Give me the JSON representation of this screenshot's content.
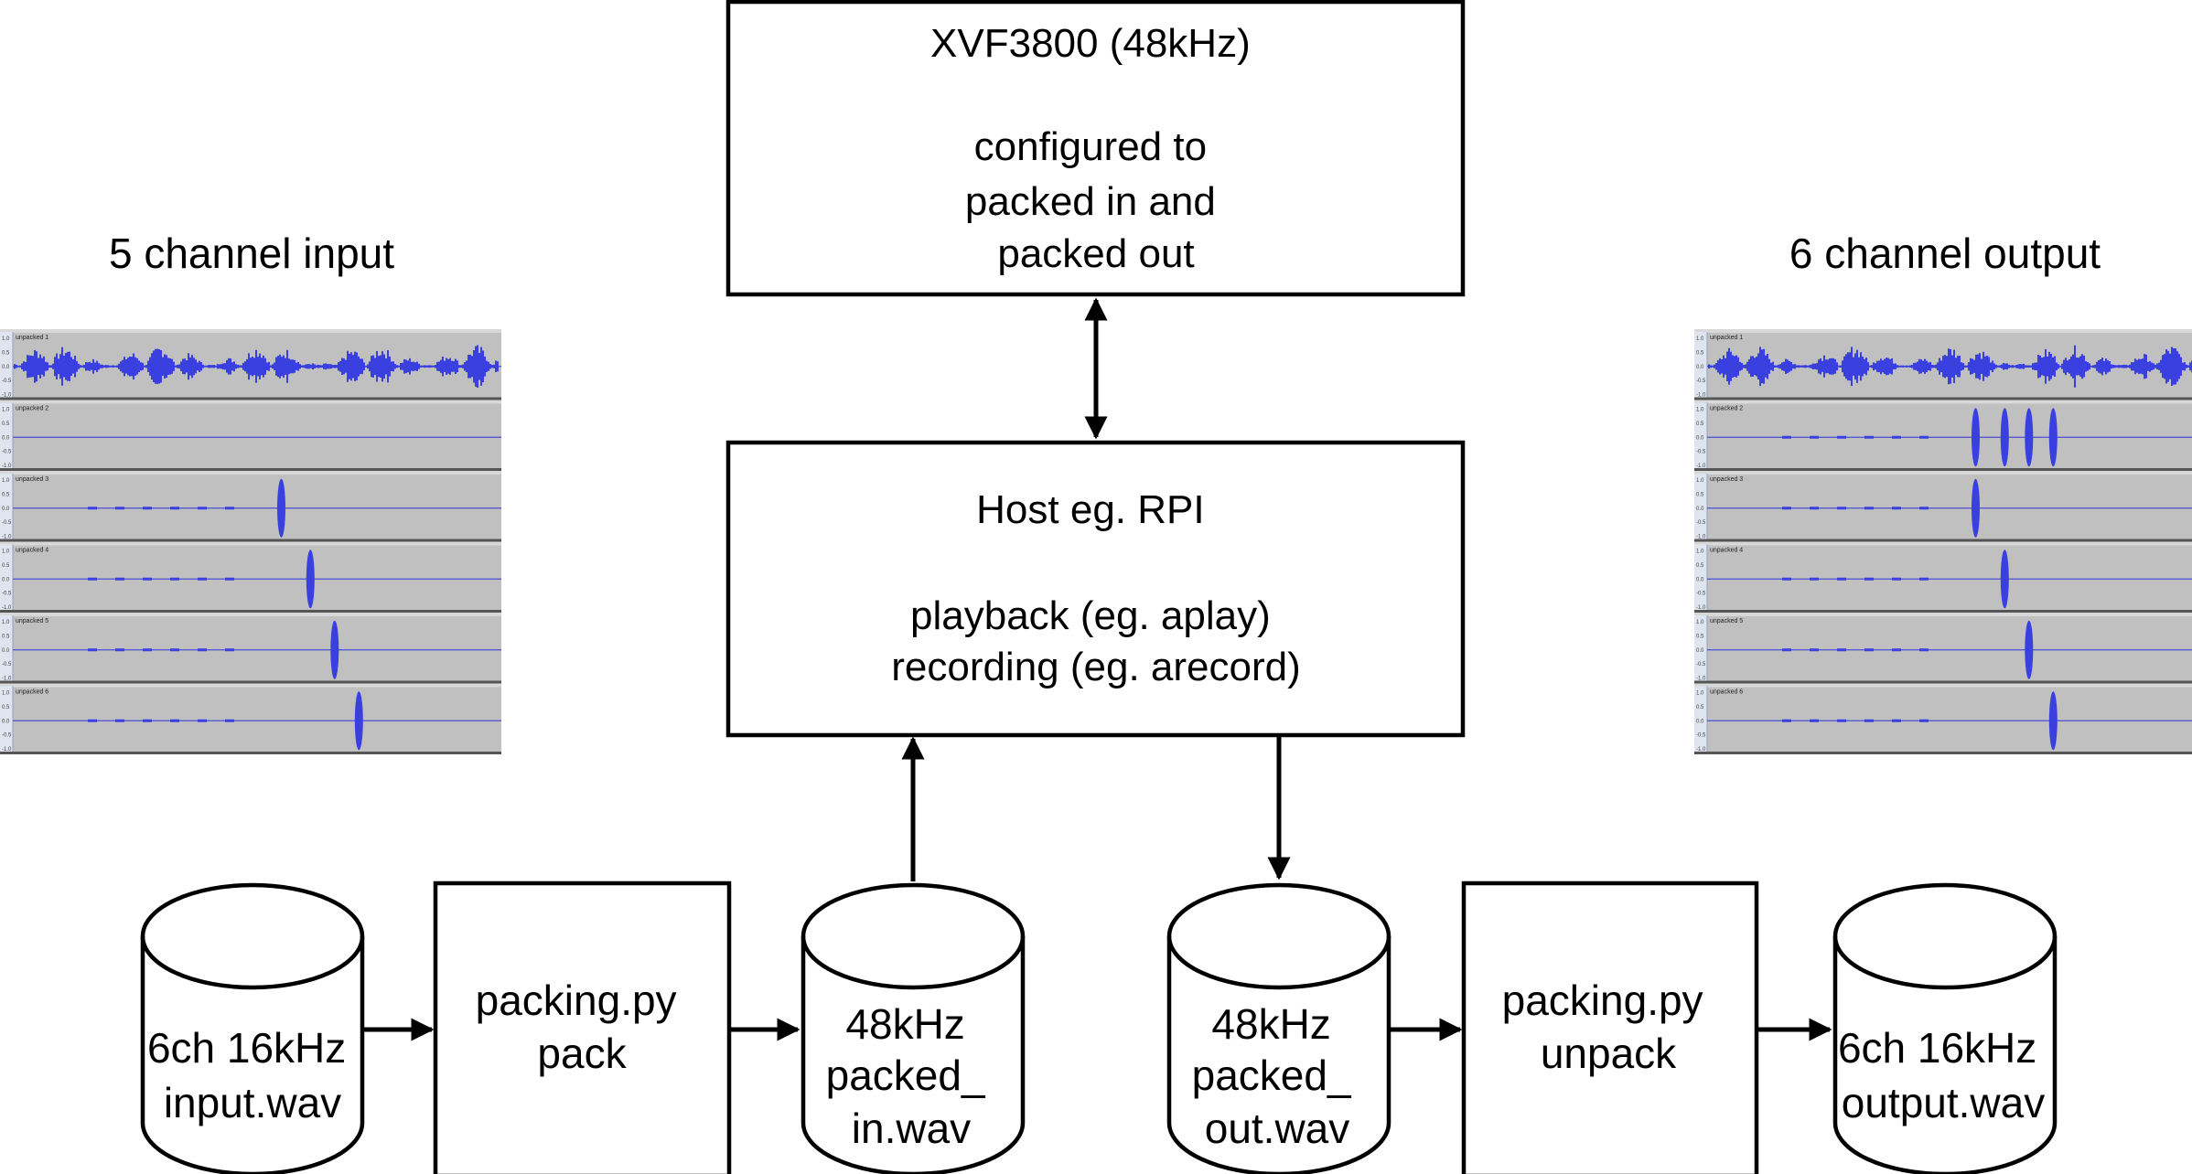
{
  "colors": {
    "stroke": "#000000",
    "fill": "#ffffff",
    "text": "#000000",
    "waveform_bg": "#c0c0c0",
    "waveform_signal": "#3a3fe0"
  },
  "labels": {
    "input_heading": "5 channel input",
    "output_heading": "6 channel output"
  },
  "nodes": {
    "xvf": {
      "lines": [
        "XVF3800 (48kHz)",
        "",
        "configured to",
        "packed in and",
        "packed out"
      ]
    },
    "host": {
      "lines": [
        "Host eg. RPI",
        "",
        "playback (eg. aplay)",
        "recording (eg. arecord)"
      ]
    },
    "input_wav": {
      "lines": [
        "6ch 16kHz",
        "input.wav"
      ]
    },
    "pack": {
      "lines": [
        "packing.py",
        "pack"
      ]
    },
    "packed_in": {
      "lines": [
        "48kHz",
        "packed_",
        "in.wav"
      ]
    },
    "packed_out": {
      "lines": [
        "48kHz",
        "packed_",
        "out.wav"
      ]
    },
    "unpack": {
      "lines": [
        "packing.py",
        "unpack"
      ]
    },
    "output_wav": {
      "lines": [
        "6ch 16kHz",
        "output.wav"
      ]
    }
  },
  "edges": [
    {
      "from": "xvf",
      "to": "host",
      "bidirectional": true
    },
    {
      "from": "packed_in",
      "to": "host"
    },
    {
      "from": "host",
      "to": "packed_out"
    },
    {
      "from": "input_wav",
      "to": "pack"
    },
    {
      "from": "pack",
      "to": "packed_in"
    },
    {
      "from": "packed_out",
      "to": "unpack"
    },
    {
      "from": "unpack",
      "to": "output_wav"
    }
  ],
  "input_waveforms": {
    "tracks": [
      {
        "name": "unpacked 1",
        "kind": "speech"
      },
      {
        "name": "unpacked 2",
        "kind": "silent"
      },
      {
        "name": "unpacked 3",
        "kind": "burst",
        "bursts": [
          0.55
        ]
      },
      {
        "name": "unpacked 4",
        "kind": "burst",
        "bursts": [
          0.61
        ]
      },
      {
        "name": "unpacked 5",
        "kind": "burst",
        "bursts": [
          0.66
        ]
      },
      {
        "name": "unpacked 6",
        "kind": "burst",
        "bursts": [
          0.71
        ]
      }
    ],
    "ticks": [
      "1.0",
      "0.5",
      "0.0",
      "-0.5",
      "-1.0"
    ]
  },
  "output_waveforms": {
    "tracks": [
      {
        "name": "unpacked 1",
        "kind": "speech"
      },
      {
        "name": "unpacked 2",
        "kind": "burst",
        "bursts": [
          0.55,
          0.61,
          0.66,
          0.71
        ]
      },
      {
        "name": "unpacked 3",
        "kind": "burst",
        "bursts": [
          0.55
        ]
      },
      {
        "name": "unpacked 4",
        "kind": "burst",
        "bursts": [
          0.61
        ]
      },
      {
        "name": "unpacked 5",
        "kind": "burst",
        "bursts": [
          0.66
        ]
      },
      {
        "name": "unpacked 6",
        "kind": "burst",
        "bursts": [
          0.71
        ]
      }
    ],
    "ticks": [
      "1.0",
      "0.5",
      "0.0",
      "-0.5",
      "-1.0"
    ]
  }
}
